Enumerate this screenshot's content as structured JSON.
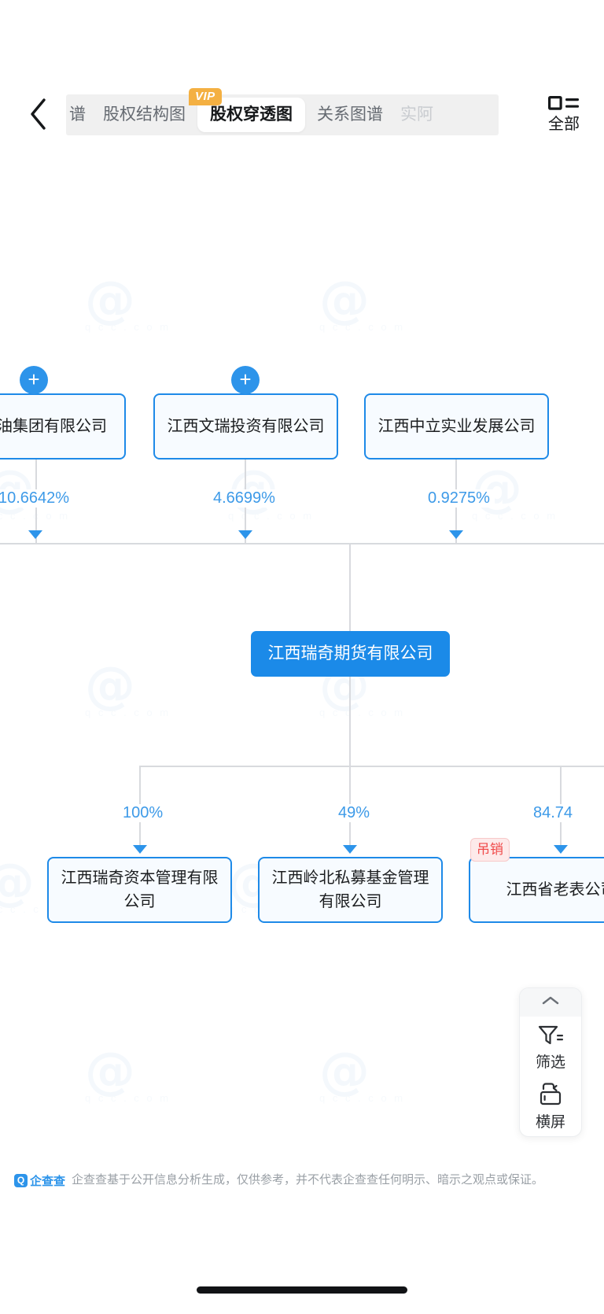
{
  "app": {
    "name": "企查查",
    "back_icon": "chevron-left-icon"
  },
  "topnav": {
    "tabs": [
      {
        "id": "tab-tupu-partial",
        "label": "谱",
        "state": "partial"
      },
      {
        "id": "tab-equity-structure",
        "label": "股权结构图",
        "state": "normal",
        "badge": "VIP"
      },
      {
        "id": "tab-equity-penetration",
        "label": "股权穿透图",
        "state": "active"
      },
      {
        "id": "tab-relation-graph",
        "label": "关系图谱",
        "state": "normal"
      },
      {
        "id": "tab-actual-control",
        "label": "实阿",
        "state": "faded"
      }
    ],
    "vip_badge": "VIP",
    "all_button": {
      "label": "全部",
      "icon": "list-all-icon"
    }
  },
  "graph": {
    "shareholders": [
      {
        "id": "shareholder-1",
        "name": "省粮油集团有限公司",
        "percent": "10.6642%",
        "expandable": true,
        "expand_icon": "plus-icon",
        "clipped": true
      },
      {
        "id": "shareholder-2",
        "name": "江西文瑞投资有限公司",
        "percent": "4.6699%",
        "expandable": true,
        "expand_icon": "plus-icon",
        "clipped": false
      },
      {
        "id": "shareholder-3",
        "name": "江西中立实业发展公司",
        "percent": "0.9275%",
        "expandable": false,
        "clipped": false
      }
    ],
    "center": {
      "id": "center-company",
      "name": "江西瑞奇期货有限公司"
    },
    "subsidiaries": [
      {
        "id": "subsidiary-1",
        "name": "江西瑞奇资本管理有限公司",
        "percent": "100%",
        "status_badge": null
      },
      {
        "id": "subsidiary-2",
        "name": "江西岭北私募基金管理有限公司",
        "percent": "49%",
        "status_badge": null
      },
      {
        "id": "subsidiary-3",
        "name": "江西省老表公司",
        "percent": "84.74",
        "status_badge": "吊销",
        "clipped": true
      }
    ],
    "watermark": {
      "mark": "@",
      "text": "q c c . c o m"
    }
  },
  "toolbar": {
    "collapse_icon": "chevron-up-icon",
    "items": [
      {
        "id": "filter",
        "label": "筛选",
        "icon": "filter-icon"
      },
      {
        "id": "landscape",
        "label": "横屏",
        "icon": "rotate-screen-icon"
      }
    ]
  },
  "footer": {
    "logo_mark": "Q",
    "logo_name": "企查查",
    "disclaimer": "企查查基于公开信息分析生成，仅供参考，并不代表企查查任何明示、暗示之观点或保证。"
  },
  "colors": {
    "accent": "#1b8ae8",
    "node_border": "#1e8ae8",
    "percent_text": "#3d9ae8",
    "vip": "#f4b042",
    "revoked": "#f04a4a",
    "edge": "#d8dade"
  }
}
